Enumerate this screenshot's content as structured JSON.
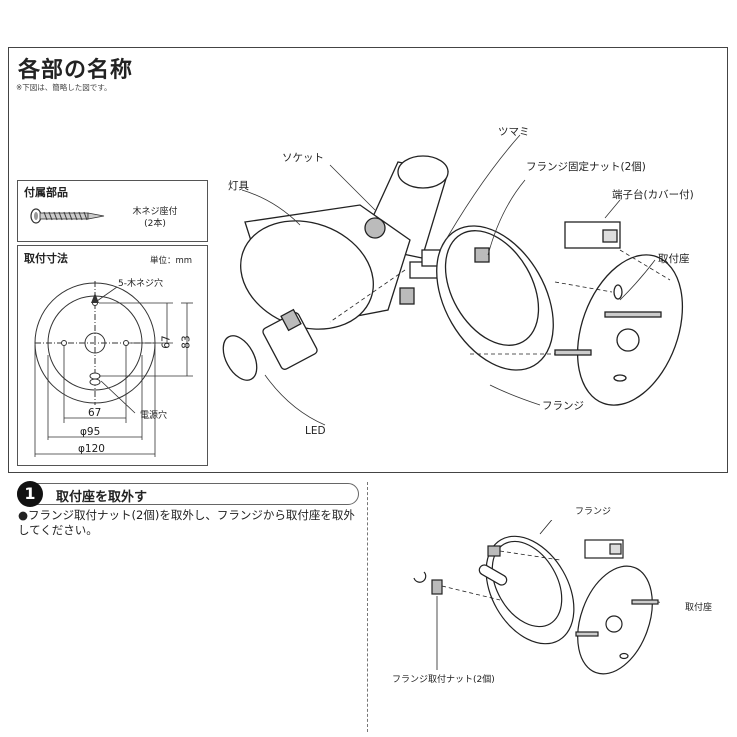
{
  "header": {
    "title": "各部の名称",
    "note": "※下図は、簡略した図です。"
  },
  "accessories": {
    "title": "付属部品",
    "item_name": "木ネジ座付",
    "item_count": "(2本)"
  },
  "dimensions": {
    "title": "取付寸法",
    "unit": "単位：mm",
    "screw_hole": "5-木ネジ穴",
    "power_hole": "電源穴",
    "values": {
      "w67": "67",
      "d95": "φ95",
      "d120": "φ120",
      "v67": "67",
      "v83": "83"
    }
  },
  "parts": {
    "tsumami": "ツマミ",
    "socket": "ソケット",
    "flange_nut": "フランジ固定ナット(2個)",
    "fixture": "灯具",
    "terminal": "端子台(カバー付)",
    "mount_base": "取付座",
    "flange": "フランジ",
    "led": "LED"
  },
  "step1": {
    "number": "1",
    "title": "取付座を取外す",
    "text": "●フランジ取付ナット(2個)を取外し、フランジから取付座を取外してください。",
    "labels": {
      "flange": "フランジ",
      "mount_base": "取付座",
      "nut": "フランジ取付ナット(2個)"
    }
  }
}
